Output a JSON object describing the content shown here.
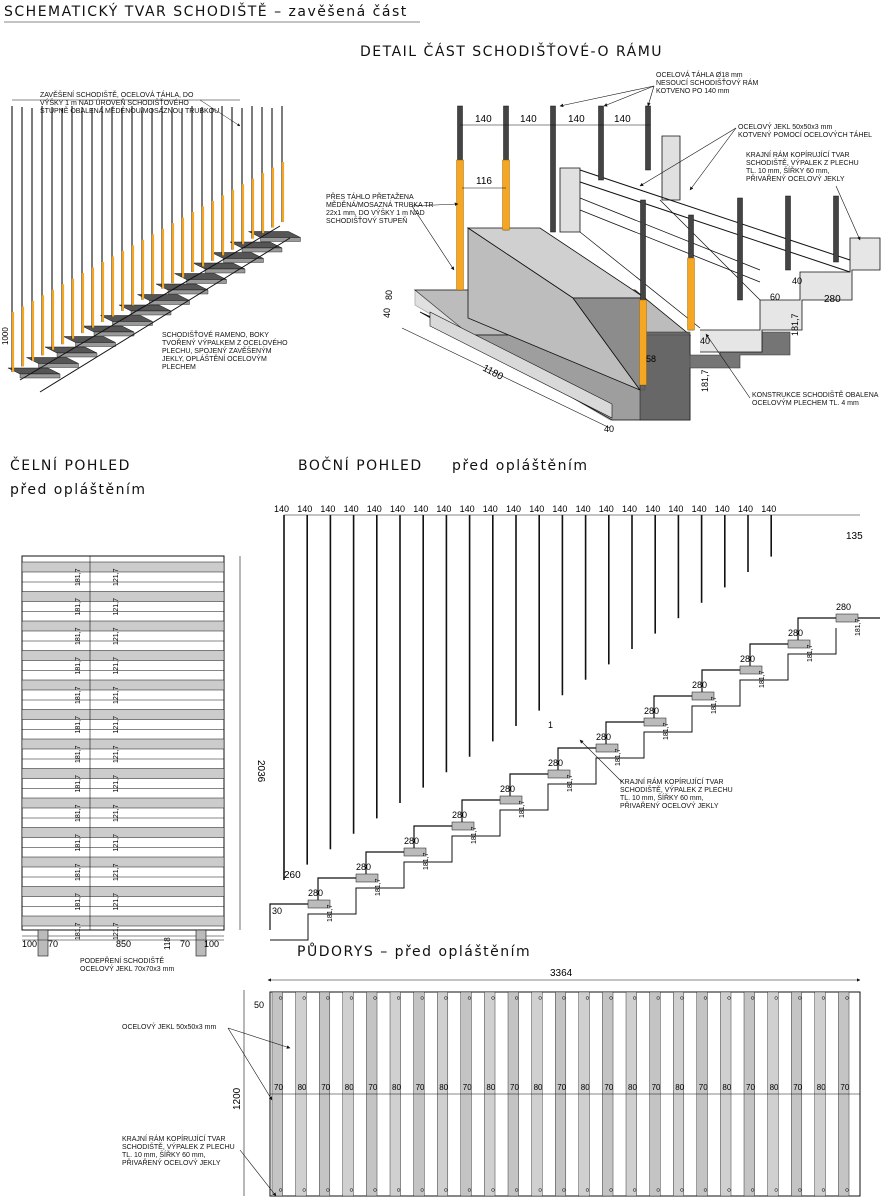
{
  "titles": {
    "schematic": "SCHEMATICKÝ TVAR SCHODIŠTĚ – zavěšená část",
    "detail": "DETAIL ČÁST SCHODIŠŤOVÉ-O RÁMU",
    "front_view": "ČELNÍ POHLED",
    "front_view_sub": "před opláštěním",
    "side_view": "BOČNÍ POHLED",
    "side_view_sub": "před opláštěním",
    "plan": "PŮDORYS – před opláštěním"
  },
  "notes": {
    "hanger": [
      "ZAVĚŠENÍ SCHODIŠTĚ, OCELOVÁ TÁHLA, DO",
      "VÝŠKY 1 m NAD ÚROVEŇ SCHODIŠŤOVÉHO",
      "STUPNĚ OBALENA MĚDĚNOU/MOSAZNOU TRUBKOU"
    ],
    "flight": [
      "SCHODIŠŤOVÉ RAMENO, BOKY",
      "TVOŘENÝ VÝPALKEM Z OCELOVÉHO",
      "PLECHU, SPOJENÝ ZAVĚŠENÝM",
      "JEKLY, OPLÁŠTĚNÍ OCELOVÝM",
      "PLECHEM"
    ],
    "rod": [
      "OCELOVÁ TÁHLA Ø18 mm",
      "NESOUCÍ SCHODIŠŤOVÝ RÁM",
      "KOTVENO PO 140 mm"
    ],
    "jekl": [
      "OCELOVÝ JEKL 50x50x3 mm",
      "KOTVENÝ POMOCÍ OCELOVÝCH TÁHEL"
    ],
    "frame": [
      "KRAJNÍ RÁM KOPÍRUJÍCÍ TVAR",
      "SCHODIŠTĚ, VÝPALEK Z PLECHU",
      "TL. 10 mm, ŠÍŘKY 60 mm,",
      "PŘIVAŘENÝ OCELOVÝ JEKLY"
    ],
    "tube": [
      "PŘES TÁHLO PŘETAŽENA",
      "MĚDĚNÁ/MOSAZNÁ TRUBKA TR",
      "22x1 mm, DO VÝŠKY 1 m NAD",
      "SCHODIŠŤOVÝ STUPEŇ"
    ],
    "construction": [
      "KONSTRUKCE SCHODIŠTĚ OBALENA",
      "OCELOVÝM PLECHEM TL. 4 mm"
    ],
    "side_frame": [
      "KRAJNÍ RÁM KOPÍRUJÍCÍ TVAR",
      "SCHODIŠTĚ, VÝPALEK Z PLECHU",
      "TL. 10 mm, ŠÍŘKY 60 mm,",
      "PŘIVAŘENÝ OCELOVÝ JEKLY"
    ],
    "support": [
      "PODEPŘENÍ SCHODIŠTĚ",
      "OCELOVÝ JEKL 70x70x3 mm"
    ],
    "plan_jekl": [
      "OCELOVÝ JEKL 50x50x3 mm"
    ],
    "plan_frame": [
      "KRAJNÍ RÁM KOPÍRUJÍCÍ TVAR",
      "SCHODIŠTĚ, VÝPALEK Z PLECHU",
      "TL. 10 mm, ŠÍŘKY 60 mm,",
      "PŘIVAŘENÝ OCELOVÝ JEKLY"
    ]
  },
  "dims": {
    "rod_spacing": "140",
    "tube_spacing": "116",
    "slab": "40",
    "slab_top": "80",
    "width": "1180",
    "depth": "40",
    "step_58": "58",
    "riser": "181,7",
    "tread": "280",
    "step_60": "60",
    "step_40": "40",
    "height_2000": "1000",
    "front_height": "2036",
    "front_left": "100",
    "front_70": "70",
    "front_width": "850",
    "front_118": "118",
    "front_rise": "181,7",
    "front_rise_b": "121,7",
    "side_top": "135",
    "side_bottom": "260",
    "side_30": "30",
    "plan_length": "3364",
    "plan_width": "1200",
    "plan_50": "50",
    "plan_70": "70",
    "plan_80": "80",
    "plan_extra": "1"
  },
  "colors": {
    "rod": "#444444",
    "tube": "#f5a623",
    "concrete": "#bdbdbd",
    "dark": "#666666",
    "line": "#111111"
  }
}
